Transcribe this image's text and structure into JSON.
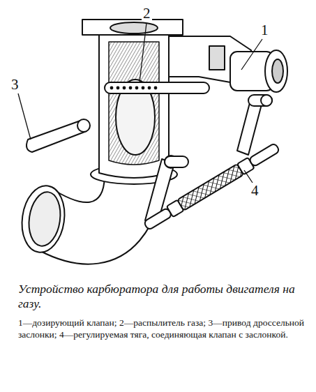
{
  "diagram": {
    "title": "Устройство карбюратора для работы двигателя на газу.",
    "caption": "1—дозирующий клапан; 2—распылитель газа; 3—привод дроссельной заслонки; 4—регулируемая тяга, соединяющая клапан с заслонкой.",
    "labels": [
      "3",
      "2",
      "1",
      "4"
    ]
  }
}
